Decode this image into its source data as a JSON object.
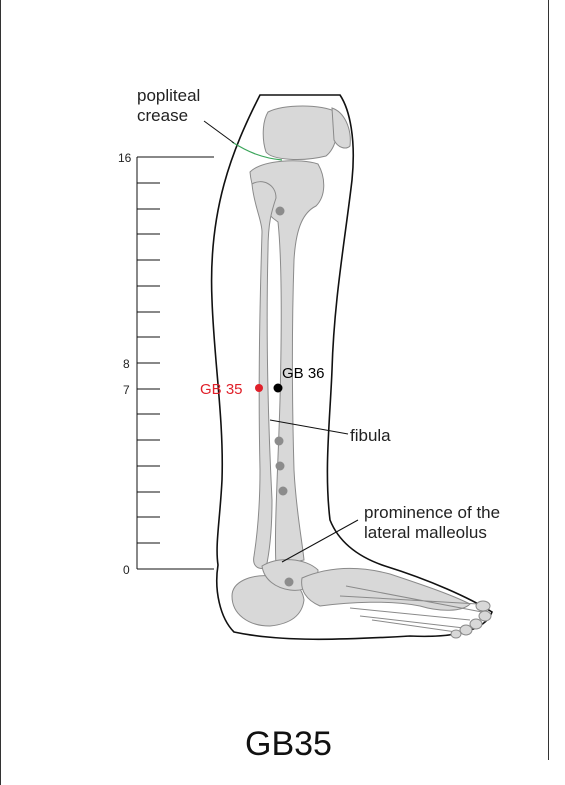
{
  "colors": {
    "bone_fill": "#d8d8d8",
    "bone_stroke": "#8a8a8a",
    "outline": "#111111",
    "crease_line": "#3aa55a",
    "highlight_point": "#e0202a",
    "reference_point": "#000000",
    "minor_point": "#8c8c8c"
  },
  "scale": {
    "min": 0,
    "max": 16,
    "labels": [
      "16",
      "8",
      "7",
      "0"
    ]
  },
  "points": {
    "gb35": {
      "label": "GB 35",
      "level": 7,
      "color": "#e0202a"
    },
    "gb36": {
      "label": "GB 36",
      "level": 7,
      "color": "#000000"
    }
  },
  "annotations": {
    "popliteal_crease": [
      "popliteal",
      "crease"
    ],
    "fibula": "fibula",
    "lateral_malleolus": [
      "prominence of the",
      "lateral malleolus"
    ]
  },
  "title": "GB35"
}
